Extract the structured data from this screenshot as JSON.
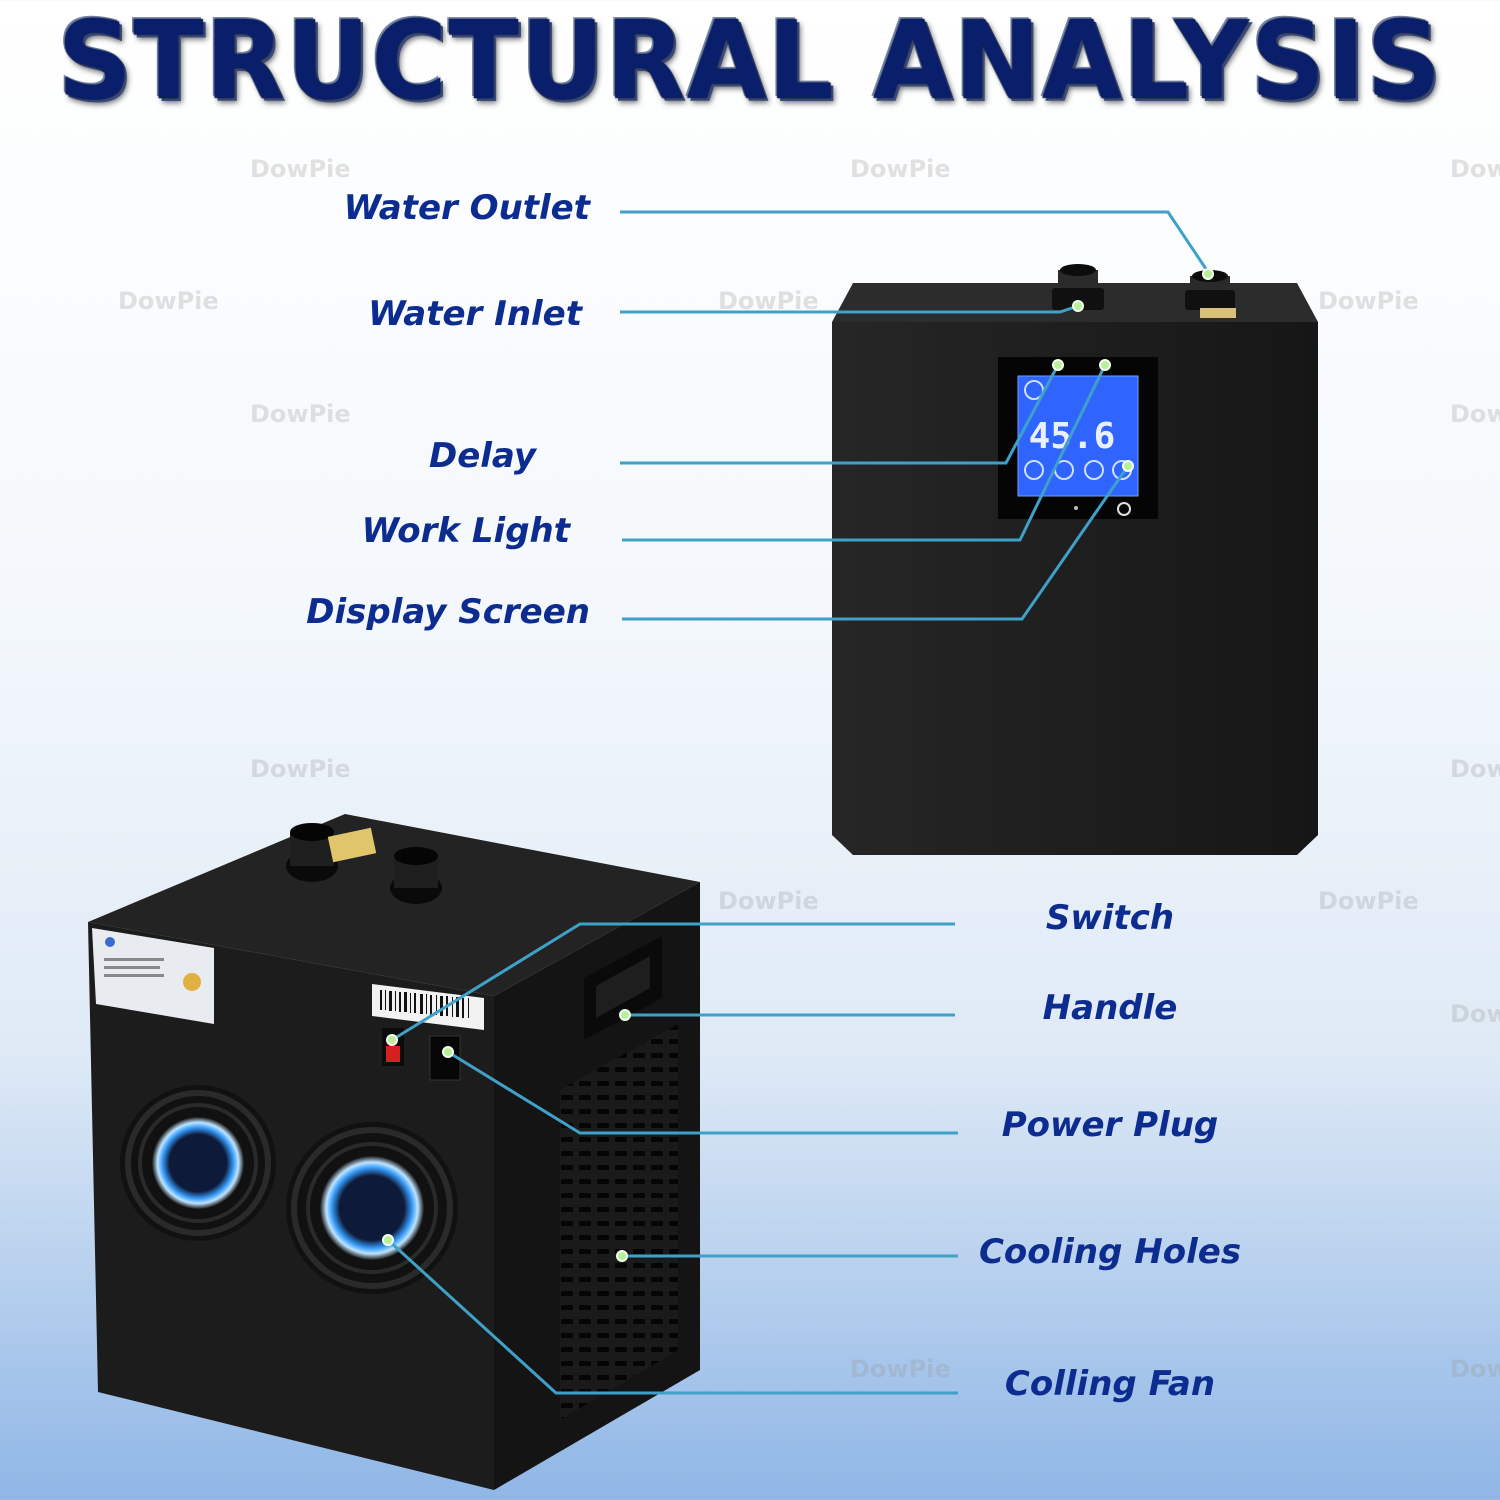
{
  "title": "STRUCTURAL  ANALYSIS",
  "watermark": "DowPie",
  "display_reading": "45.6",
  "labels": {
    "water_outlet": "Water Outlet",
    "water_inlet": "Water Inlet",
    "delay": "Delay",
    "work_light": "Work Light",
    "display_screen": "Display Screen",
    "switch": "Switch",
    "handle": "Handle",
    "power_plug": "Power Plug",
    "cooling_holes": "Cooling Holes",
    "colling_fan": "Colling Fan"
  },
  "colors": {
    "title": "#0a1f6b",
    "label": "#0d2c8f",
    "leader_line": "#3fa0c8",
    "lcd_screen": "#2f64ff",
    "device_body": "#1b1b1b"
  }
}
